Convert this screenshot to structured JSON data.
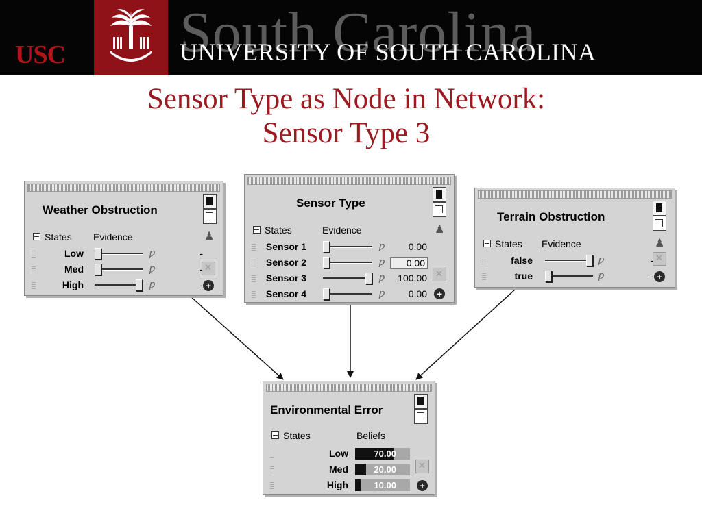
{
  "header": {
    "usc": "USC",
    "wordmark": "South Carolina",
    "university": "UNIVERSITY OF SOUTH CAROLINA"
  },
  "slide": {
    "title_line1": "Sensor Type as Node in Network:",
    "title_line2": "Sensor Type 3"
  },
  "nodes": {
    "weather": {
      "title": "Weather Obstruction",
      "col_states": "States",
      "col_evidence": "Evidence",
      "states": [
        {
          "name": "Low",
          "level": 0.0,
          "value": "-"
        },
        {
          "name": "Med",
          "level": 0.0,
          "value": "-"
        },
        {
          "name": "High",
          "level": 1.0,
          "value": "-"
        }
      ]
    },
    "sensor": {
      "title": "Sensor Type",
      "col_states": "States",
      "col_evidence": "Evidence",
      "states": [
        {
          "name": "Sensor 1",
          "level": 0.0,
          "value": "0.00"
        },
        {
          "name": "Sensor 2",
          "level": 0.0,
          "value": "0.00"
        },
        {
          "name": "Sensor 3",
          "level": 1.0,
          "value": "100.00"
        },
        {
          "name": "Sensor 4",
          "level": 0.0,
          "value": "0.00"
        }
      ]
    },
    "terrain": {
      "title": "Terrain Obstruction",
      "col_states": "States",
      "col_evidence": "Evidence",
      "states": [
        {
          "name": "false",
          "level": 1.0,
          "value": "-"
        },
        {
          "name": "true",
          "level": 0.0,
          "value": "-"
        }
      ]
    },
    "env": {
      "title": "Environmental Error",
      "col_states": "States",
      "col_beliefs": "Beliefs",
      "states": [
        {
          "name": "Low",
          "belief": 70.0,
          "value": "70.00"
        },
        {
          "name": "Med",
          "belief": 20.0,
          "value": "20.00"
        },
        {
          "name": "High",
          "belief": 10.0,
          "value": "10.00"
        }
      ]
    }
  },
  "colors": {
    "title_red": "#9b1b20",
    "banner_bg": "#050505",
    "seal_red": "#8e1218",
    "panel_gray": "#d4d4d4"
  }
}
